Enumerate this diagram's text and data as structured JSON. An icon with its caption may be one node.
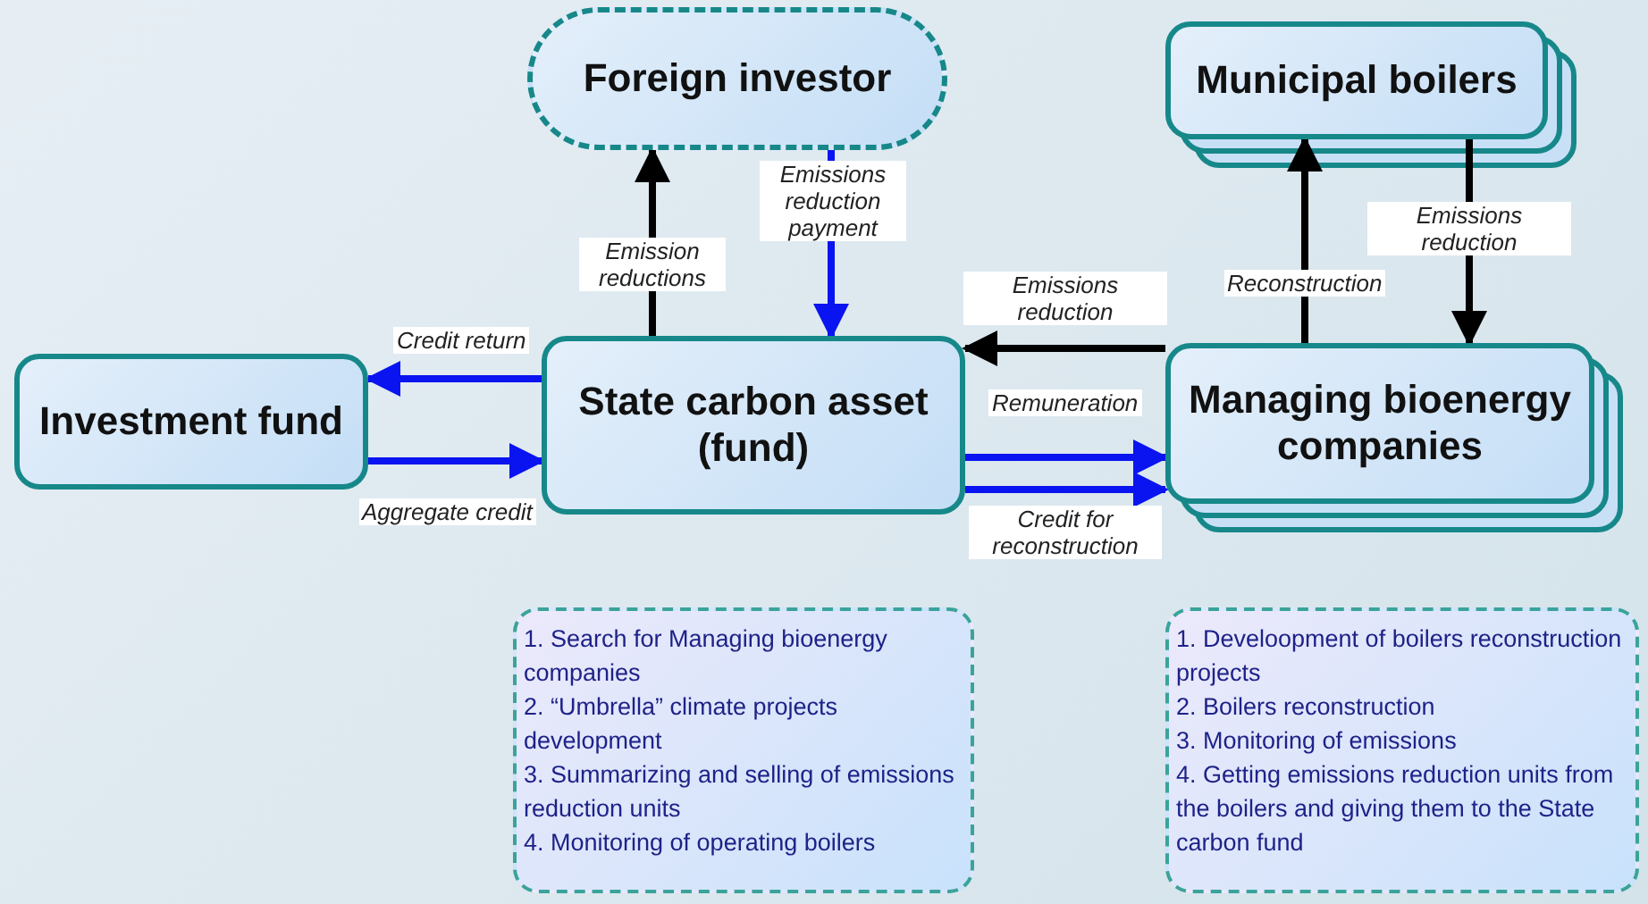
{
  "diagram": {
    "nodes": [
      {
        "text": [
          "Foreign investor"
        ]
      },
      {
        "text": [
          "Municipal boilers"
        ]
      },
      {
        "text": [
          "Investment fund"
        ]
      },
      {
        "text": [
          "State carbon asset (fund)"
        ]
      },
      {
        "text": [
          "Managing bioenergy companies"
        ]
      },
      {
        "text": [
          "1. Search for Managing bioenergy companies",
          "2. “Umbrella” climate projects development",
          "3. Summarizing and selling of emissions reduction units",
          "4. Monitoring of operating boilers"
        ]
      },
      {
        "text": [
          "1. Develoopment of boilers reconstruction projects",
          "2. Boilers reconstruction",
          "3. Monitoring of emissions",
          "4. Getting emissions reduction units from the boilers and giving them to the State carbon fund"
        ]
      }
    ],
    "edges": [
      {
        "from": 3,
        "to": 0,
        "arrow": "to",
        "label": "Emission reductions",
        "color": "#000000"
      },
      {
        "from": 0,
        "to": 3,
        "arrow": "to",
        "label": "Emissions reduction payment"
      },
      {
        "from": 4,
        "to": 3,
        "arrow": "to",
        "label": "Emissions reduction",
        "color": "#000000"
      },
      {
        "from": 3,
        "to": 2,
        "arrow": "to",
        "label": "Credit return"
      },
      {
        "from": 2,
        "to": 3,
        "arrow": "to",
        "label": "Aggregate credit"
      },
      {
        "from": 3,
        "to": 4,
        "arrow": "to",
        "label": "Remuneration"
      },
      {
        "from": 3,
        "to": 4,
        "arrow": "to",
        "label": "Credit for reconstruction"
      },
      {
        "from": 4,
        "to": 1,
        "arrow": "to",
        "label": "Reconstruction",
        "color": "#000000"
      },
      {
        "from": 1,
        "to": 4,
        "arrow": "to",
        "label": "Emissions reduction",
        "color": "#000000"
      }
    ]
  }
}
